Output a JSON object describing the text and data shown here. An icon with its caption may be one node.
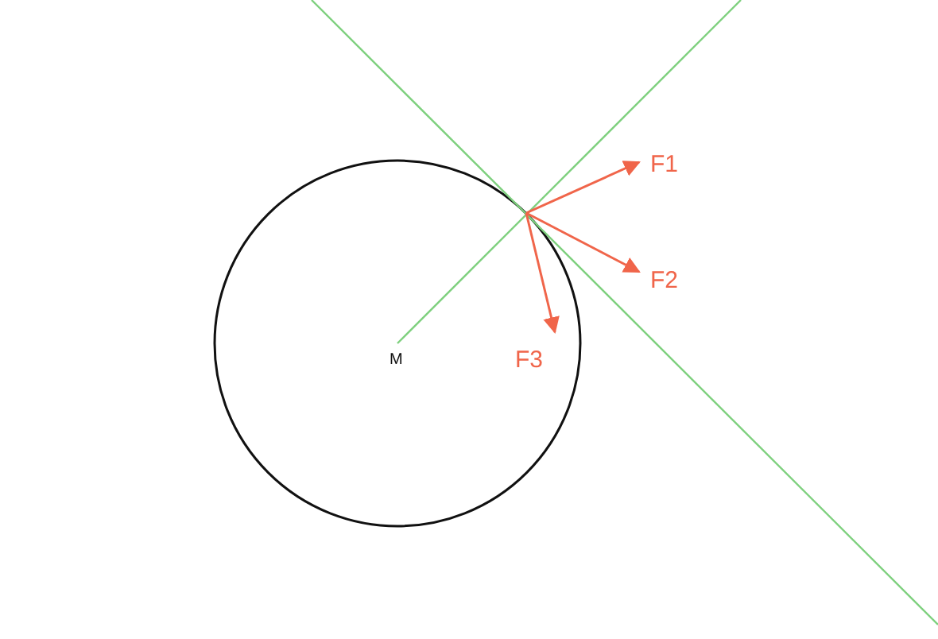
{
  "diagram": {
    "labels": [
      "M",
      "F1",
      "F2",
      "F3"
    ]
  }
}
